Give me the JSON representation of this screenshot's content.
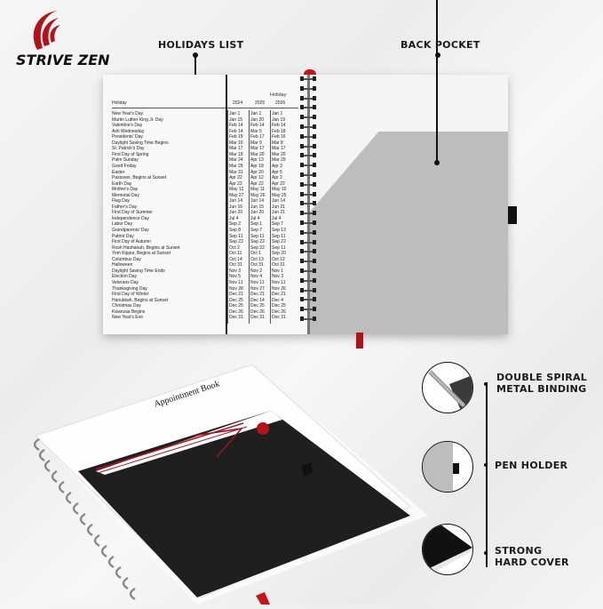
{
  "brand": {
    "name": "STRIVE ZEN",
    "accent": "#b3121a"
  },
  "callouts": {
    "holidays_list": "HOLIDAYS LIST",
    "back_pocket": "BACK POCKET",
    "features": [
      {
        "line1": "DOUBLE SPIRAL",
        "line2": "METAL BINDING",
        "icon": "spiral-binding-icon"
      },
      {
        "line1": "PEN HOLDER",
        "line2": "",
        "icon": "pen-holder-icon"
      },
      {
        "line1": "STRONG",
        "line2": "HARD COVER",
        "icon": "hard-cover-icon"
      }
    ]
  },
  "cover": {
    "title": "Appointment Book"
  },
  "holidays": {
    "title": "Holiday",
    "headers": [
      "Holiday",
      "2024",
      "2025",
      "2026"
    ],
    "rows": [
      [
        "New Year's Day",
        "Jan 1",
        "Jan 1",
        "Jan 1"
      ],
      [
        "Martin Luther King Jr. Day",
        "Jan 15",
        "Jan 20",
        "Jan 19"
      ],
      [
        "Valentine's Day",
        "Feb 14",
        "Feb 14",
        "Feb 14"
      ],
      [
        "Ash Wednesday",
        "Feb 14",
        "Mar 5",
        "Feb 18"
      ],
      [
        "Presidents' Day",
        "Feb 19",
        "Feb 17",
        "Feb 16"
      ],
      [
        "Daylight Saving Time Begins",
        "Mar 10",
        "Mar 9",
        "Mar 8"
      ],
      [
        "St. Patrick's Day",
        "Mar 17",
        "Mar 17",
        "Mar 17"
      ],
      [
        "First Day of Spring",
        "Mar 19",
        "Mar 20",
        "Mar 20"
      ],
      [
        "Palm Sunday",
        "Mar 24",
        "Apr 13",
        "Mar 29"
      ],
      [
        "Good Friday",
        "Mar 29",
        "Apr 18",
        "Apr 3"
      ],
      [
        "Easter",
        "Mar 31",
        "Apr 20",
        "Apr 5"
      ],
      [
        "Passover, Begins at Sunset",
        "Apr 22",
        "Apr 12",
        "Apr 2"
      ],
      [
        "Earth Day",
        "Apr 22",
        "Apr 22",
        "Apr 22"
      ],
      [
        "Mother's Day",
        "May 12",
        "May 11",
        "May 10"
      ],
      [
        "Memorial Day",
        "May 27",
        "May 26",
        "May 25"
      ],
      [
        "Flag Day",
        "Jun 14",
        "Jun 14",
        "Jun 14"
      ],
      [
        "Father's Day",
        "Jun 16",
        "Jun 15",
        "Jun 21"
      ],
      [
        "First Day of Summer",
        "Jun 20",
        "Jun 20",
        "Jun 21"
      ],
      [
        "Independence Day",
        "Jul 4",
        "Jul 4",
        "Jul 4"
      ],
      [
        "Labor Day",
        "Sep 2",
        "Sep 1",
        "Sep 7"
      ],
      [
        "Grandparents' Day",
        "Sep 8",
        "Sep 7",
        "Sep 13"
      ],
      [
        "Patriot Day",
        "Sep 11",
        "Sep 11",
        "Sep 11"
      ],
      [
        "First Day of Autumn",
        "Sep 22",
        "Sep 22",
        "Sep 22"
      ],
      [
        "Rosh Hashanah, Begins at Sunset",
        "Oct 2",
        "Sep 22",
        "Sep 11"
      ],
      [
        "Yom Kippur, Begins at Sunset",
        "Oct 11",
        "Oct 1",
        "Sep 20"
      ],
      [
        "Columbus Day",
        "Oct 14",
        "Oct 13",
        "Oct 12"
      ],
      [
        "Halloween",
        "Oct 31",
        "Oct 31",
        "Oct 31"
      ],
      [
        "Daylight Saving Time Ends",
        "Nov 3",
        "Nov 2",
        "Nov 1"
      ],
      [
        "Election Day",
        "Nov 5",
        "Nov 4",
        "Nov 3"
      ],
      [
        "Veterans Day",
        "Nov 11",
        "Nov 11",
        "Nov 11"
      ],
      [
        "Thanksgiving Day",
        "Nov 28",
        "Nov 27",
        "Nov 26"
      ],
      [
        "First Day of Winter",
        "Dec 21",
        "Dec 21",
        "Dec 21"
      ],
      [
        "Hanukkah, Begins at Sunset",
        "Dec 25",
        "Dec 14",
        "Dec 4"
      ],
      [
        "Christmas Day",
        "Dec 25",
        "Dec 25",
        "Dec 25"
      ],
      [
        "Kwanzaa Begins",
        "Dec 26",
        "Dec 26",
        "Dec 26"
      ],
      [
        "New Year's Eve",
        "Dec 31",
        "Dec 31",
        "Dec 31"
      ]
    ]
  }
}
